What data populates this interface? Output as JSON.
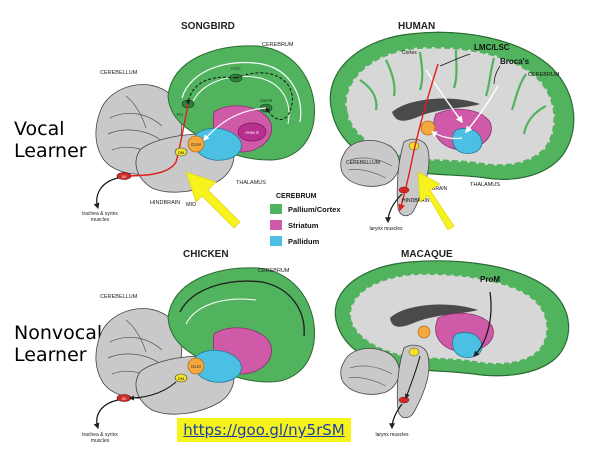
{
  "side_labels": {
    "vocal": [
      "Vocal",
      "Learner"
    ],
    "nonvocal": [
      "Nonvocal",
      "Learner"
    ]
  },
  "panels": {
    "songbird": {
      "title": "SONGBIRD",
      "labels": {
        "cerebrum": "CEREBRUM",
        "cerebellum": "CEREBELLUM",
        "thalamus": "THALAMUS",
        "hindbrain": "HINDBRAIN",
        "midbrain": "MID",
        "muscles": [
          "trachea & syrinx",
          "muscles"
        ],
        "nuclei": [
          "HVC",
          "LMAN",
          "RA",
          "DLM",
          "Area X",
          "XII",
          "DM"
        ]
      }
    },
    "human": {
      "title": "HUMAN",
      "labels": {
        "lmc": "LMC/LSC",
        "broca": "Broca's",
        "cerebrum": "CEREBRUM",
        "cortex": "Cortex",
        "cerebellum": "CEREBELLUM",
        "midbrain": "BRAIN",
        "thalamus": "THALAMUS",
        "hindbrain": "HINDBRAIN",
        "muscles": "larynx muscles"
      }
    },
    "chicken": {
      "title": "CHICKEN",
      "labels": {
        "cerebrum": "CEREBRUM",
        "cerebellum": "CEREBELLUM",
        "muscles": [
          "trachea & syrinx",
          "muscles"
        ],
        "nuclei": [
          "DLM",
          "XII",
          "DM"
        ]
      }
    },
    "macaque": {
      "title": "MACAQUE",
      "labels": {
        "prom": "ProM",
        "muscles": "larynx muscles"
      }
    }
  },
  "legend": {
    "title": "CEREBRUM",
    "items": [
      {
        "label": "Pallium/Cortex",
        "color": "#52b35f"
      },
      {
        "label": "Striatum",
        "color": "#cf5ba8"
      },
      {
        "label": "Pallidum",
        "color": "#4cc0e4"
      }
    ]
  },
  "colors": {
    "pallium": "#52b35f",
    "striatum": "#cf5ba8",
    "pallidum": "#4cc0e4",
    "brainstem": "#c9c9c9",
    "thalamus_nucleus": "#f4a93f",
    "pathway_red": "#e0201c",
    "arrow_yellow": "#f7f21e",
    "link_bg": "#f5f31a"
  },
  "link": "https://goo.gl/ny5rSM"
}
